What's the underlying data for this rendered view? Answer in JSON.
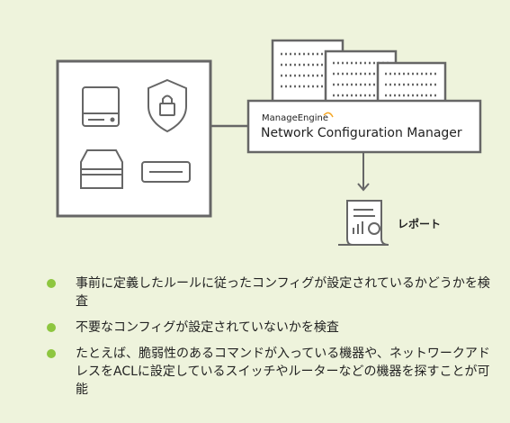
{
  "diagram": {
    "brand": "ManageEngine",
    "product": "Network Configuration Manager",
    "report_label": "レポート",
    "icons": [
      "hard-drive-icon",
      "shield-lock-icon",
      "storage-drive-icon",
      "network-device-icon",
      "config-file-icon",
      "report-icon"
    ],
    "colors": {
      "line": "#666666",
      "bullet": "#8dc63f",
      "background": "#eef3dc",
      "brand_accent": "#f5a623"
    }
  },
  "bullets": [
    "事前に定義したルールに従ったコンフィグが設定されているかどうかを検査",
    "不要なコンフィグが設定されていないかを検査",
    "たとえば、脆弱性のあるコマンドが入っている機器や、ネットワークアドレスをACLに設定しているスイッチやルーターなどの機器を探すことが可能"
  ]
}
